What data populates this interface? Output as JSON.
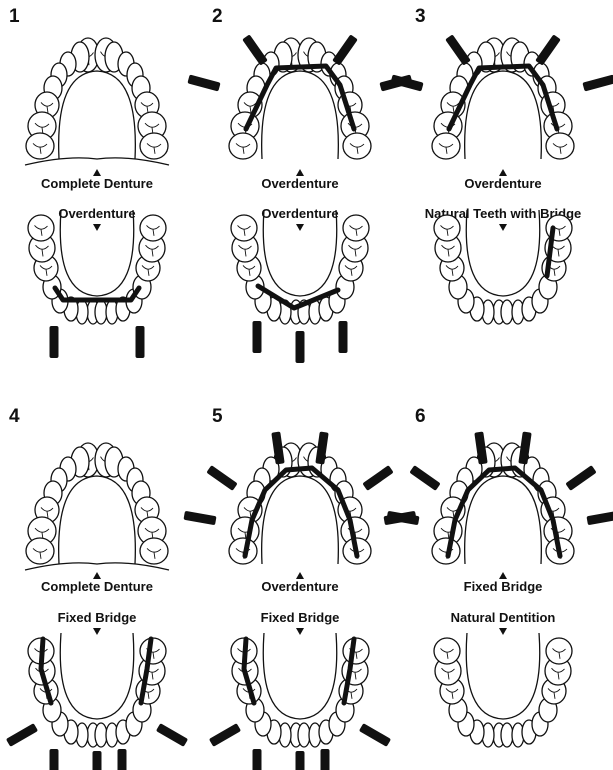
{
  "figure": {
    "panels": [
      {
        "number": "1",
        "upper": {
          "label": "Complete Denture",
          "bar": "none",
          "implants": 0
        },
        "lower": {
          "label": "Overdenture",
          "bar": "lower-arch",
          "implants": 2
        }
      },
      {
        "number": "2",
        "upper": {
          "label": "Overdenture",
          "bar": "upper-arch",
          "implants": 4
        },
        "lower": {
          "label": "Overdenture",
          "bar": "lower-v",
          "implants": 3
        }
      },
      {
        "number": "3",
        "upper": {
          "label": "Overdenture",
          "bar": "upper-arch",
          "implants": 4
        },
        "lower": {
          "label": "Natural Teeth with Bridge",
          "bar": "short-right",
          "implants": 0
        }
      },
      {
        "number": "4",
        "upper": {
          "label": "Complete Denture",
          "bar": "none",
          "implants": 0
        },
        "lower": {
          "label": "Fixed Bridge",
          "bar": "bilateral-posterior",
          "implants": 5
        }
      },
      {
        "number": "5",
        "upper": {
          "label": "Overdenture",
          "bar": "upper-full",
          "implants": 6
        },
        "lower": {
          "label": "Fixed Bridge",
          "bar": "bilateral-posterior",
          "implants": 5
        }
      },
      {
        "number": "6",
        "upper": {
          "label": "Fixed Bridge",
          "bar": "upper-full",
          "implants": 6
        },
        "lower": {
          "label": "Natural Dentition",
          "bar": "none",
          "implants": 0
        }
      }
    ],
    "colors": {
      "ink": "#111111",
      "background": "#ffffff"
    }
  }
}
